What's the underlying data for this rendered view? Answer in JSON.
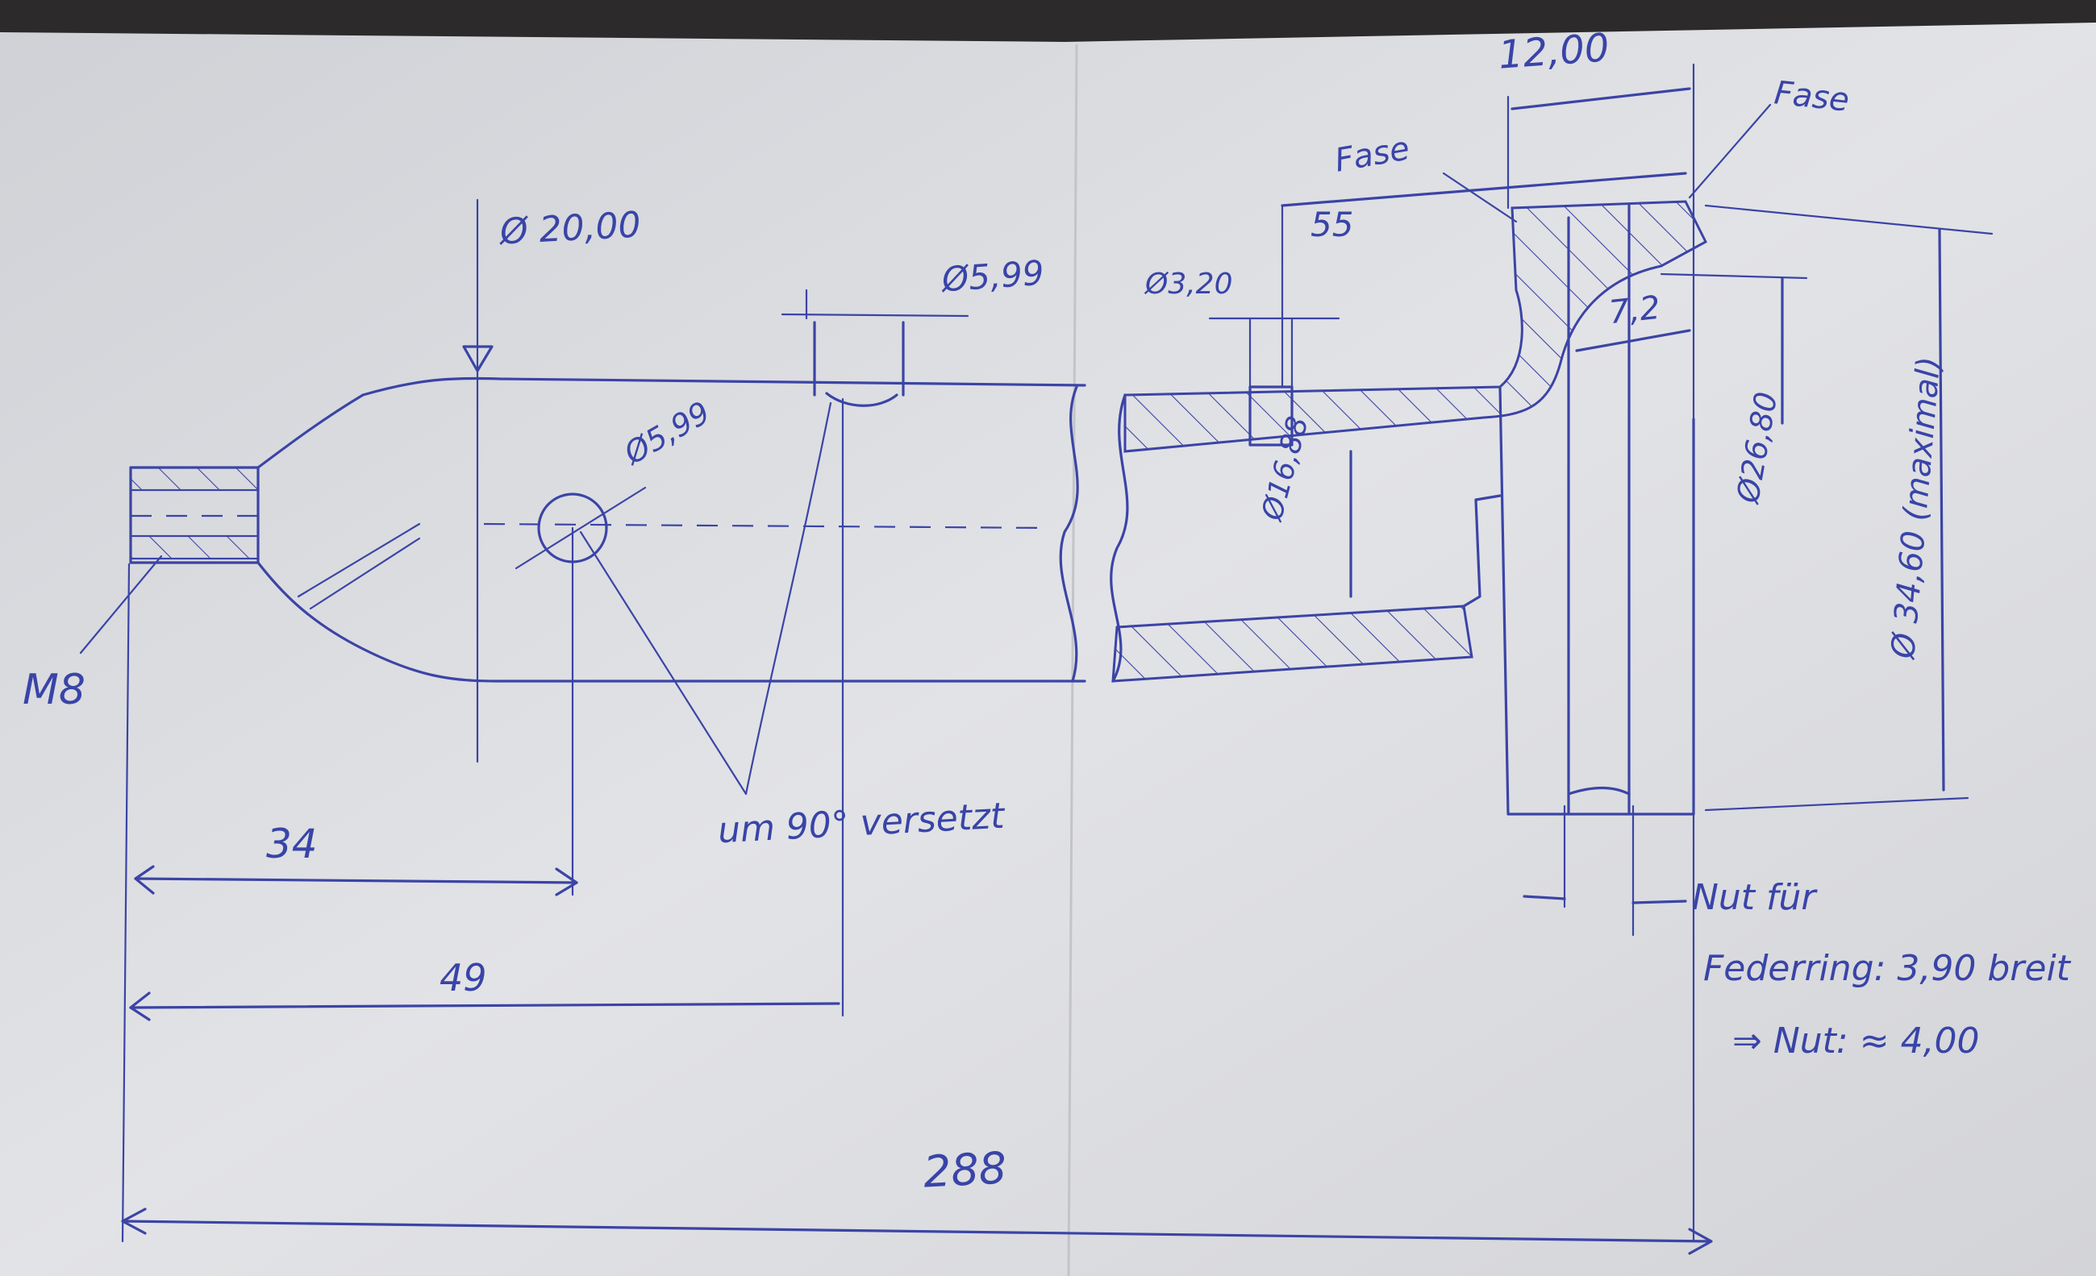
{
  "drawing": {
    "dimensions": {
      "dia_20": "Ø 20,00",
      "dia_599_top": "Ø5,99",
      "dia_599_hole": "Ø5,99",
      "dia_320": "Ø3,20",
      "dia_1688": "Ø16,88",
      "dia_2680": "Ø26,80",
      "dia_3460": "Ø 34,60 (maximal)",
      "len_12": "12,00",
      "len_55": "55",
      "len_72": "7,2",
      "len_34": "34",
      "len_49": "49",
      "len_288": "288"
    },
    "labels": {
      "thread": "M8",
      "fase_left": "Fase",
      "fase_right": "Fase",
      "offset_note": "um 90° versetzt",
      "groove_line1": "Nut für",
      "groove_line2": "Federring: 3,90 breit",
      "groove_line3": "⇒ Nut: ≈ 4,00"
    },
    "colors": {
      "ink": "#3b44a6",
      "paper": "#dcdde0"
    }
  }
}
